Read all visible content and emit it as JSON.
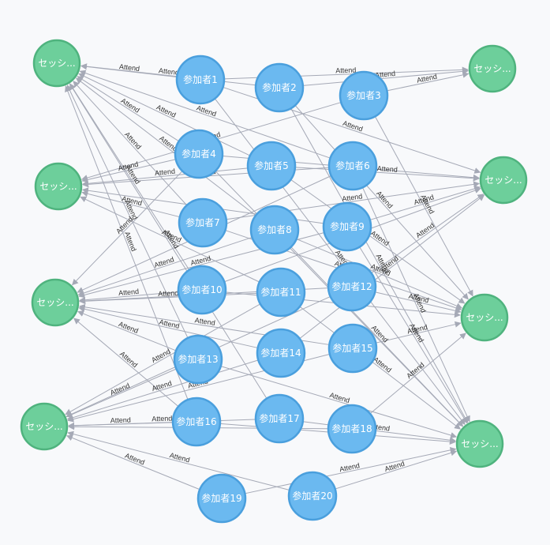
{
  "graph": {
    "colors": {
      "participant_fill": "#6bb9f0",
      "participant_stroke": "#4a9fdd",
      "session_fill": "#6dcf9b",
      "session_stroke": "#4fb37e",
      "edge": "#a5a9b6",
      "background": "#f8f9fb"
    },
    "relationship_label": "Attend",
    "nodes": [
      {
        "id": "s1",
        "type": "session",
        "label": "セッシ..."
      },
      {
        "id": "s2",
        "type": "session",
        "label": "セッシ..."
      },
      {
        "id": "s3",
        "type": "session",
        "label": "セッシ..."
      },
      {
        "id": "s4",
        "type": "session",
        "label": "セッシ..."
      },
      {
        "id": "s5",
        "type": "session",
        "label": "セッシ..."
      },
      {
        "id": "s6",
        "type": "session",
        "label": "セッシ..."
      },
      {
        "id": "s7",
        "type": "session",
        "label": "セッシ..."
      },
      {
        "id": "s8",
        "type": "session",
        "label": "セッシ..."
      },
      {
        "id": "p1",
        "type": "participant",
        "label": "参加者1"
      },
      {
        "id": "p2",
        "type": "participant",
        "label": "参加者2"
      },
      {
        "id": "p3",
        "type": "participant",
        "label": "参加者3"
      },
      {
        "id": "p4",
        "type": "participant",
        "label": "参加者4"
      },
      {
        "id": "p5",
        "type": "participant",
        "label": "参加者5"
      },
      {
        "id": "p6",
        "type": "participant",
        "label": "参加者6"
      },
      {
        "id": "p7",
        "type": "participant",
        "label": "参加者7"
      },
      {
        "id": "p8",
        "type": "participant",
        "label": "参加者8"
      },
      {
        "id": "p9",
        "type": "participant",
        "label": "参加者9"
      },
      {
        "id": "p10",
        "type": "participant",
        "label": "参加者10"
      },
      {
        "id": "p11",
        "type": "participant",
        "label": "参加者11"
      },
      {
        "id": "p12",
        "type": "participant",
        "label": "参加者12"
      },
      {
        "id": "p13",
        "type": "participant",
        "label": "参加者13"
      },
      {
        "id": "p14",
        "type": "participant",
        "label": "参加者14"
      },
      {
        "id": "p15",
        "type": "participant",
        "label": "参加者15"
      },
      {
        "id": "p16",
        "type": "participant",
        "label": "参加者16"
      },
      {
        "id": "p17",
        "type": "participant",
        "label": "参加者17"
      },
      {
        "id": "p18",
        "type": "participant",
        "label": "参加者18"
      },
      {
        "id": "p19",
        "type": "participant",
        "label": "参加者19"
      },
      {
        "id": "p20",
        "type": "participant",
        "label": "参加者20"
      }
    ],
    "edges": [
      [
        "p1",
        "s1"
      ],
      [
        "p1",
        "s5"
      ],
      [
        "p1",
        "s6"
      ],
      [
        "p1",
        "s8"
      ],
      [
        "p2",
        "s1"
      ],
      [
        "p2",
        "s5"
      ],
      [
        "p2",
        "s7"
      ],
      [
        "p2",
        "s8"
      ],
      [
        "p3",
        "s2"
      ],
      [
        "p3",
        "s5"
      ],
      [
        "p3",
        "s7"
      ],
      [
        "p4",
        "s1"
      ],
      [
        "p4",
        "s2"
      ],
      [
        "p4",
        "s3"
      ],
      [
        "p4",
        "s6"
      ],
      [
        "p4",
        "s8"
      ],
      [
        "p5",
        "s1"
      ],
      [
        "p5",
        "s2"
      ],
      [
        "p5",
        "s6"
      ],
      [
        "p5",
        "s7"
      ],
      [
        "p6",
        "s1"
      ],
      [
        "p6",
        "s2"
      ],
      [
        "p6",
        "s3"
      ],
      [
        "p6",
        "s8"
      ],
      [
        "p7",
        "s1"
      ],
      [
        "p7",
        "s2"
      ],
      [
        "p7",
        "s6"
      ],
      [
        "p7",
        "s7"
      ],
      [
        "p8",
        "s1"
      ],
      [
        "p8",
        "s3"
      ],
      [
        "p8",
        "s7"
      ],
      [
        "p8",
        "s8"
      ],
      [
        "p9",
        "s2"
      ],
      [
        "p9",
        "s3"
      ],
      [
        "p9",
        "s6"
      ],
      [
        "p9",
        "s8"
      ],
      [
        "p10",
        "s1"
      ],
      [
        "p10",
        "s3"
      ],
      [
        "p10",
        "s6"
      ],
      [
        "p10",
        "s7"
      ],
      [
        "p11",
        "s2"
      ],
      [
        "p11",
        "s3"
      ],
      [
        "p11",
        "s4"
      ],
      [
        "p11",
        "s8"
      ],
      [
        "p12",
        "s3"
      ],
      [
        "p12",
        "s4"
      ],
      [
        "p12",
        "s6"
      ],
      [
        "p12",
        "s7"
      ],
      [
        "p13",
        "s1"
      ],
      [
        "p13",
        "s3"
      ],
      [
        "p13",
        "s4"
      ],
      [
        "p13",
        "s8"
      ],
      [
        "p14",
        "s3"
      ],
      [
        "p14",
        "s4"
      ],
      [
        "p14",
        "s6"
      ],
      [
        "p15",
        "s3"
      ],
      [
        "p15",
        "s4"
      ],
      [
        "p15",
        "s7"
      ],
      [
        "p16",
        "s1"
      ],
      [
        "p16",
        "s3"
      ],
      [
        "p16",
        "s4"
      ],
      [
        "p16",
        "s8"
      ],
      [
        "p17",
        "s1"
      ],
      [
        "p17",
        "s4"
      ],
      [
        "p17",
        "s8"
      ],
      [
        "p18",
        "s4"
      ],
      [
        "p18",
        "s7"
      ],
      [
        "p19",
        "s4"
      ],
      [
        "p19",
        "s8"
      ],
      [
        "p20",
        "s4"
      ],
      [
        "p20",
        "s8"
      ]
    ]
  }
}
